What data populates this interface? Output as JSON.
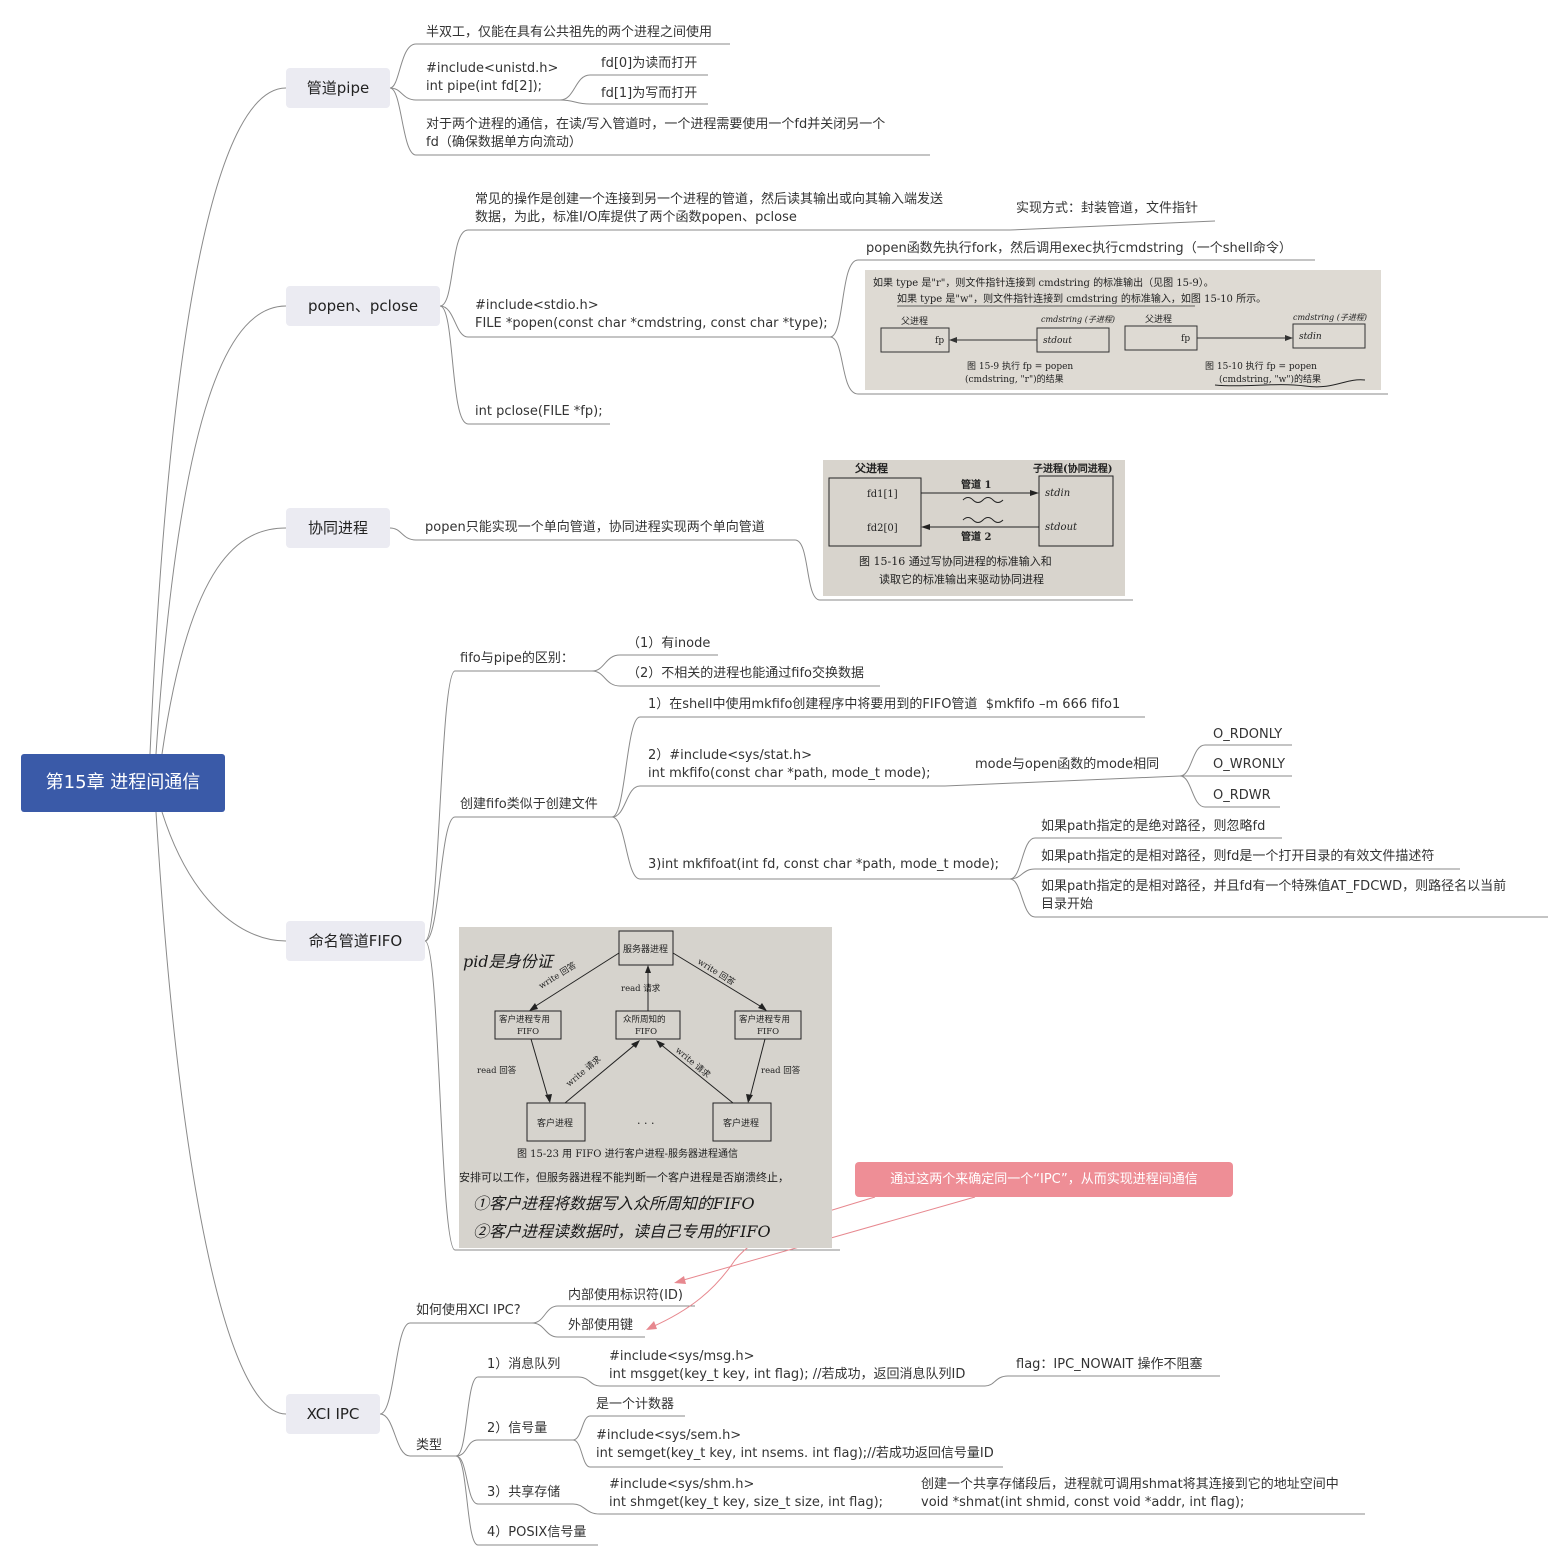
{
  "root": "第15章 进程间通信",
  "pipe": {
    "title": "管道pipe",
    "half_duplex": "半双工，仅能在具有公共祖先的两个进程之间使用",
    "include": "#include<unistd.h>\nint pipe(int fd[2]);",
    "fd0": "fd[0]为读而打开",
    "fd1": "fd[1]为写而打开",
    "comm": "对于两个进程的通信，在读/写入管道时，一个进程需要使用一个fd并关闭另一个\nfd（确保数据单方向流动）"
  },
  "popen": {
    "title": "popen、pclose",
    "desc": "常见的操作是创建一个连接到另一个进程的管道，然后读其输出或向其输入端发送\n数据，为此，标准I/O库提供了两个函数popen、pclose",
    "impl": "实现方式：封装管道，文件指针",
    "proto": "#include<stdio.h>\nFILE *popen(const char *cmdstring, const char *type);",
    "fork": "popen函数先执行fork，然后调用exec执行cmdstring（一个shell命令）",
    "pclose": "int pclose(FILE *fp);",
    "figure": {
      "line1": "如果 type 是\"r\"，则文件指针连接到 cmdstring 的标准输出（见图 15-9）。",
      "line2": "如果 type 是\"w\"，则文件指针连接到 cmdstring 的标准输入，如图 15-10 所示。",
      "parent": "父进程",
      "child": "cmdstring (子进程)",
      "fp": "fp",
      "stdout": "stdout",
      "stdin": "stdin",
      "cap1a": "图 15-9   执行 fp = popen",
      "cap1b": "(cmdstring, \"r\")的结果",
      "cap2a": "图 15-10   执行 fp = popen",
      "cap2b": "(cmdstring, \"w\")的结果"
    }
  },
  "coproc": {
    "title": "协同进程",
    "desc": "popen只能实现一个单向管道，协同进程实现两个单向管道",
    "figure": {
      "parent": "父进程",
      "child": "子进程(协同进程)",
      "fd1": "fd1[1]",
      "fd2": "fd2[0]",
      "pipe1": "管道 1",
      "pipe2": "管道 2",
      "stdin": "stdin",
      "stdout": "stdout",
      "cap1": "图 15-16   通过写协同进程的标准输入和",
      "cap2": "读取它的标准输出来驱动协同进程"
    }
  },
  "fifo": {
    "title": "命名管道FIFO",
    "diff": "fifo与pipe的区别：",
    "diff1": "（1）有inode",
    "diff2": "（2）不相关的进程也能通过fifo交换数据",
    "create": "创建fifo类似于创建文件",
    "c1": "1）在shell中使用mkfifo创建程序中将要用到的FIFO管道  $mkfifo –m 666 fifo1",
    "c2": "2）#include<sys/stat.h>\nint mkfifo(const char *path, mode_t mode);",
    "mode": "mode与open函数的mode相同",
    "m1": "O_RDONLY",
    "m2": "O_WRONLY",
    "m3": "O_RDWR",
    "c3": "3)int mkfifoat(int fd, const char *path, mode_t mode);",
    "p1": "如果path指定的是绝对路径，则忽略fd",
    "p2": "如果path指定的是相对路径，则fd是一个打开目录的有效文件描述符",
    "p3": "如果path指定的是相对路径，并且fd有一个特殊值AT_FDCWD，则路径名以当前\n目录开始",
    "figure": {
      "note": "pid是身份证",
      "server": "服务器进程",
      "client_fifo": "客户进程专用\nFIFO",
      "known_fifo": "众所周知的\nFIFO",
      "client": "客户进程",
      "write_reply": "write 回答",
      "read_req": "read  请求",
      "read_reply": "read 回答",
      "write_req": "write 请求",
      "dots": "· · ·",
      "cap": "图 15-23   用 FIFO 进行客户进程-服务器进程通信",
      "text": "安排可以工作，但服务器进程不能判断一个客户进程是否崩溃终止，",
      "hand1": "①客户进程将数据写入众所周知的FIFO",
      "hand2": "②客户进程读数据时，读自己专用的FIFO"
    }
  },
  "callout": "通过这两个来确定同一个“IPC”，从而实现进程间通信",
  "xci": {
    "title": "XCI IPC",
    "how": "如何使用XCI IPC?",
    "id": "内部使用标识符(ID)",
    "key": "外部使用键",
    "types": "类型",
    "mq": "1）消息队列",
    "mq_code": "#include<sys/msg.h>\nint msgget(key_t key, int flag); //若成功，返回消息队列ID",
    "mq_flag": "flag：IPC_NOWAIT 操作不阻塞",
    "sem": "2）信号量",
    "sem_counter": "是一个计数器",
    "sem_code": "#include<sys/sem.h>\nint semget(key_t key, int nsems. int flag);//若成功返回信号量ID",
    "shm": "3）共享存储",
    "shm_code": "#include<sys/shm.h>\nint shmget(key_t key, size_t size, int flag);",
    "shm_attach": "创建一个共享存储段后，进程就可调用shmat将其连接到它的地址空间中\nvoid *shmat(int shmid, const void *addr, int flag);",
    "posix": "4）POSIX信号量"
  },
  "colors": {
    "root_bg": "#3a5aa8",
    "main_bg": "#ebebf2",
    "line": "#777777",
    "callout_bg": "#ee8e96",
    "callout_arrow": "#e7888f"
  }
}
